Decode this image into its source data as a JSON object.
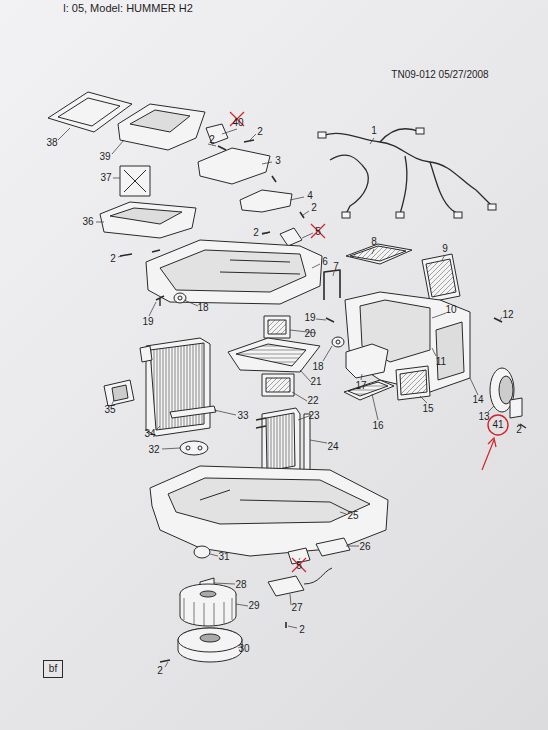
{
  "diagram": {
    "nodes": [
      {
        "text": [
          "41"
        ]
      },
      {
        "text": [
          "bf"
        ]
      }
    ],
    "labels": [
      "l: 05, Model: HUMMER H2",
      "TN09-012 05/27/2008",
      "38",
      "39",
      "40",
      "2",
      "2",
      "3",
      "37",
      "4",
      "1",
      "2",
      "5",
      "2",
      "36",
      "2",
      "6",
      "8",
      "9",
      "7",
      "19",
      "18",
      "19",
      "20",
      "10",
      "12",
      "11",
      "18",
      "17",
      "14",
      "21",
      "15",
      "16",
      "13",
      "2",
      "35",
      "34",
      "33",
      "22",
      "23",
      "24",
      "32",
      "25",
      "26",
      "5",
      "31",
      "28",
      "27",
      "29",
      "2",
      "30",
      "2"
    ]
  }
}
